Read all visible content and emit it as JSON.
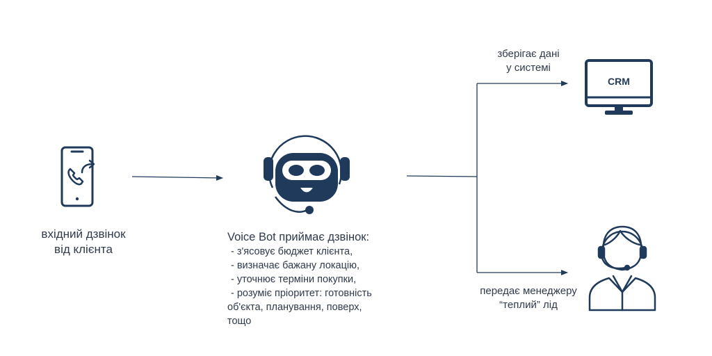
{
  "colors": {
    "icon": "#1f3a5a",
    "line": "#1f3a5a",
    "text": "#2f3a4a"
  },
  "icons": {
    "phone": "phone-forward-icon",
    "bot": "robot-headset-icon",
    "crm": "monitor-icon",
    "manager": "operator-headset-icon"
  },
  "phone": {
    "caption_line1": "вхідний дзвінок",
    "caption_line2": "від клієнта"
  },
  "bot": {
    "title": "Voice Bot приймає дзвінок:",
    "items": [
      "- з'ясовує бюджет клієнта,",
      "- визначає бажану локацію,",
      "- уточнює терміни покупки,",
      "- розуміє пріоритет: готовність",
      "об'єкта, планування, поверх,",
      "тощо"
    ]
  },
  "crm": {
    "screen_label": "CRM",
    "caption_line1": "зберігає дані",
    "caption_line2": "у системі"
  },
  "manager": {
    "caption_line1": "передає менеджеру",
    "caption_line2": "“теплий” лід"
  }
}
